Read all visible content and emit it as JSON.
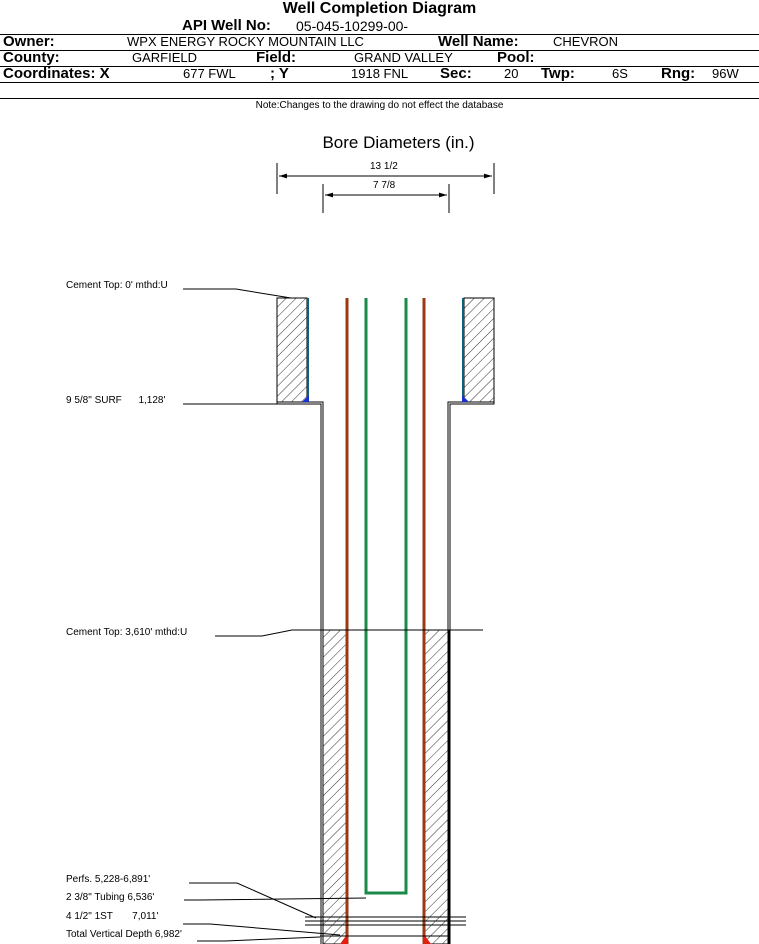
{
  "header": {
    "title": "Well Completion Diagram",
    "api_label": "API Well No:",
    "api_value": "05-045-10299-00-",
    "owner_label": "Owner:",
    "owner_value": "WPX ENERGY ROCKY MOUNTAIN LLC",
    "well_name_label": "Well Name:",
    "well_name_value": "CHEVRON",
    "county_label": "County:",
    "county_value": "GARFIELD",
    "field_label": "Field:",
    "field_value": "GRAND VALLEY",
    "pool_label": "Pool:",
    "pool_value": "",
    "coord_x_label": "Coordinates: X",
    "coord_x_value": "677 FWL",
    "coord_y_label": "; Y",
    "coord_y_value": "1918 FNL",
    "sec_label": "Sec:",
    "sec_value": "20",
    "twp_label": "Twp:",
    "twp_value": "6S",
    "rng_label": "Rng:",
    "rng_value": "96W",
    "note": "Note:Changes to the drawing do not effect the database"
  },
  "bore": {
    "title": "Bore Diameters (in.)",
    "outer": "13 1/2",
    "inner": "7 7/8"
  },
  "annotations": {
    "cement_top_1": "Cement Top: 0' mthd:U",
    "surf_casing": "9 5/8\" SURF      1,128'",
    "cement_top_2": "Cement Top: 3,610' mthd:U",
    "perfs": "Perfs. 5,228-6,891'",
    "tubing": "2 3/8\" Tubing 6,536'",
    "production_casing": "4 1/2\" 1ST       7,011'",
    "tvd": "Total Vertical Depth 6,982'"
  },
  "colors": {
    "casing_orange": "#9a3a12",
    "tubing_green": "#1a8a4a",
    "shoe_blue": "#1a2fd0",
    "shoe_red": "#e02010"
  }
}
